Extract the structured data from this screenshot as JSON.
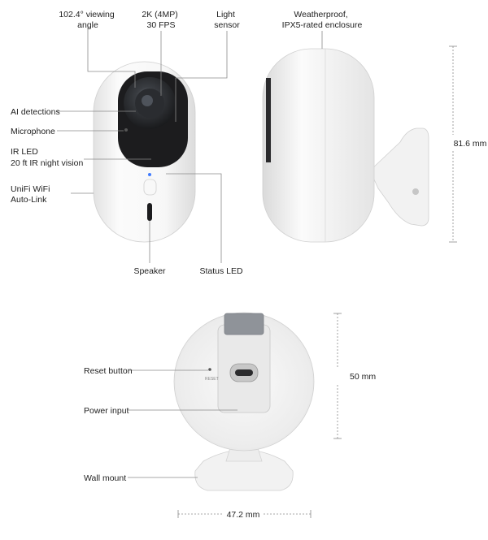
{
  "labels": {
    "viewing_angle": [
      "102.4° viewing",
      "angle"
    ],
    "resolution": [
      "2K (4MP)",
      "30 FPS"
    ],
    "light_sensor": [
      "Light",
      "sensor"
    ],
    "weatherproof": [
      "Weatherproof,",
      "IPX5-rated enclosure"
    ],
    "ai_detections": "AI detections",
    "microphone": "Microphone",
    "ir_led": [
      "IR LED",
      "20 ft IR night vision"
    ],
    "unifi_wifi": [
      "UniFi WiFi",
      "Auto-Link"
    ],
    "speaker": "Speaker",
    "status_led": "Status LED",
    "reset_button": "Reset button",
    "power_input": "Power input",
    "wall_mount": "Wall mount",
    "reset_engraving": "RESET"
  },
  "dimensions": {
    "height": "81.6 mm",
    "depth": "50 mm",
    "width": "47.2 mm"
  },
  "colors": {
    "body": "#f4f4f4",
    "lens_face": "#1c1c1e",
    "status_led": "#3f7bff",
    "leader": "#8a8a8a"
  }
}
